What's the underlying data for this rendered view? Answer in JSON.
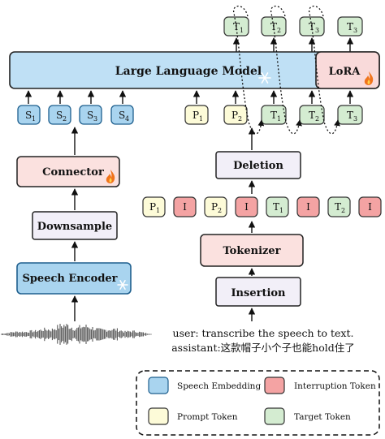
{
  "colors": {
    "speech": "#a9d4ef",
    "speech_stroke": "#1e5f8e",
    "llm": "#bfe0f5",
    "lora": "#f9dada",
    "connector": "#fbe1df",
    "tokenizer": "#fbe1df",
    "neutral_box": "#f2eff8",
    "prompt": "#fdfbd8",
    "interruption": "#f4a3a3",
    "target": "#d4ecd1",
    "accent_fire": "#f0741c"
  },
  "top_targets": [
    {
      "main": "T",
      "sub": "1"
    },
    {
      "main": "T",
      "sub": "2"
    },
    {
      "main": "T",
      "sub": "3"
    },
    {
      "main": "T",
      "sub": "3"
    }
  ],
  "llm": {
    "label": "Large Language Model",
    "frozen_icon": "snowflake-icon"
  },
  "lora": {
    "label": "LoRA",
    "trainable_icon": "fire-icon"
  },
  "speech_tokens": [
    {
      "main": "S",
      "sub": "1"
    },
    {
      "main": "S",
      "sub": "2"
    },
    {
      "main": "S",
      "sub": "3"
    },
    {
      "main": "S",
      "sub": "4"
    }
  ],
  "prompt_tokens_top": [
    {
      "main": "P",
      "sub": "1"
    },
    {
      "main": "P",
      "sub": "2"
    }
  ],
  "target_tokens_mid": [
    {
      "main": "T",
      "sub": "1"
    },
    {
      "main": "T",
      "sub": "2"
    },
    {
      "main": "T",
      "sub": "3"
    }
  ],
  "connector": {
    "label": "Connector",
    "icon": "fire-icon"
  },
  "downsample": {
    "label": "Downsample"
  },
  "speech_encoder": {
    "label": "Speech Encoder",
    "icon": "snowflake-icon"
  },
  "deletion": {
    "label": "Deletion"
  },
  "tokenizer": {
    "label": "Tokenizer"
  },
  "insertion": {
    "label": "Insertion"
  },
  "sequence": [
    {
      "main": "P",
      "sub": "1",
      "kind": "prompt"
    },
    {
      "main": "I",
      "sub": "",
      "kind": "interruption"
    },
    {
      "main": "P",
      "sub": "2",
      "kind": "prompt"
    },
    {
      "main": "I",
      "sub": "",
      "kind": "interruption"
    },
    {
      "main": "T",
      "sub": "1",
      "kind": "target"
    },
    {
      "main": "I",
      "sub": "",
      "kind": "interruption"
    },
    {
      "main": "T",
      "sub": "2",
      "kind": "target"
    },
    {
      "main": "I",
      "sub": "",
      "kind": "interruption"
    }
  ],
  "prompt_text": {
    "line1": "user: transcribe the speech to text.",
    "line2": "assistant:这款帽子小个子也能hold住了"
  },
  "legend": {
    "items": [
      {
        "label": "Speech Embedding",
        "kind": "speech"
      },
      {
        "label": "Interruption Token",
        "kind": "interruption"
      },
      {
        "label": "Prompt Token",
        "kind": "prompt"
      },
      {
        "label": "Target Token",
        "kind": "target"
      }
    ]
  }
}
